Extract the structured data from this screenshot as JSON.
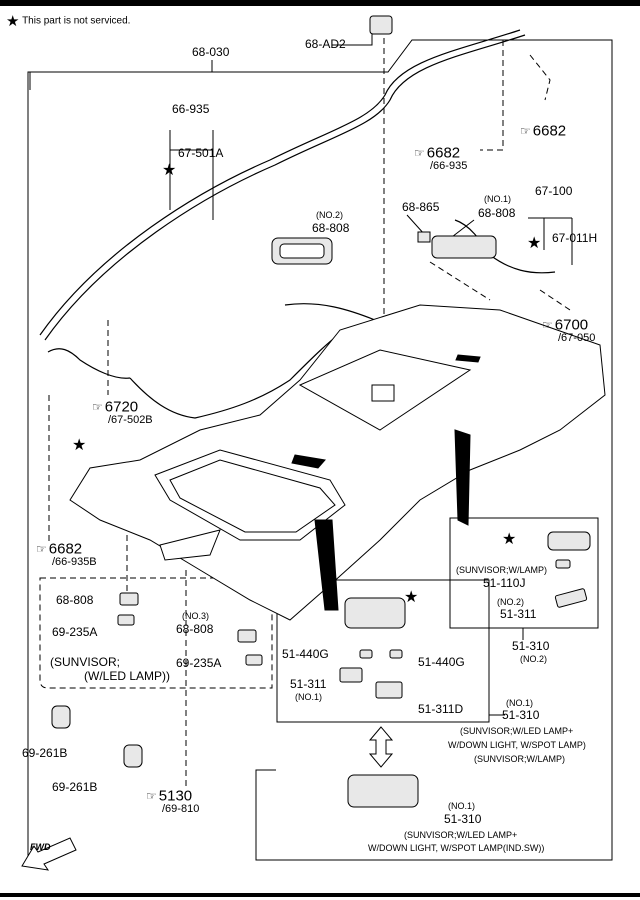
{
  "note": {
    "star": "★",
    "text": "This part is not serviced."
  },
  "parts": {
    "p68030": "68-030",
    "p68AD2": "68-AD2",
    "p66935": "66-935",
    "p67501A": "67-501A",
    "p68865": "68-865",
    "p68808_no1_tag": "(NO.1)",
    "p68808_no1": "68-808",
    "p68808_no2_tag": "(NO.2)",
    "p68808_no2": "68-808",
    "p67100": "67-100",
    "p67011H": "67-011H",
    "p68808_no3_tag": "(NO.3)",
    "p68808_no3": "68-808",
    "p68808_left": "68-808",
    "p69235A_left": "69-235A",
    "p69235A_right": "69-235A",
    "sunvisor_led_1": "(SUNVISOR;",
    "sunvisor_led_2": "(W/LED LAMP))",
    "p69261B_a": "69-261B",
    "p69261B_b": "69-261B",
    "p51440G_left": "51-440G",
    "p51440G_right": "51-440G",
    "p51311_no1": "51-311",
    "p51311_no1_tag": "(NO.1)",
    "p51311D": "51-311D",
    "sunvisor_wlamp": "(SUNVISOR;W/LAMP)",
    "p51110J": "51-110J",
    "p51311_no2_tag": "(NO.2)",
    "p51311_no2": "51-311",
    "p51310_no2": "51-310",
    "p51310_no2_tag": "(NO.2)",
    "p51310_no1_a_tag": "(NO.1)",
    "p51310_no1_a": "51-310",
    "desc_a1": "(SUNVISOR;W/LED LAMP+",
    "desc_a2": "W/DOWN LIGHT, W/SPOT LAMP)",
    "desc_a3": "(SUNVISOR;W/LAMP)",
    "p51310_no1_b_tag": "(NO.1)",
    "p51310_no1_b": "51-310",
    "desc_b1": "(SUNVISOR;W/LED LAMP+",
    "desc_b2": "W/DOWN LIGHT, W/SPOT LAMP(IND.SW))"
  },
  "refs": {
    "r6682_top": {
      "num": "6682"
    },
    "r6682_mid": {
      "num": "6682",
      "sub": "/66-935"
    },
    "r6700": {
      "num": "6700",
      "sub": "/67-050"
    },
    "r6720": {
      "num": "6720",
      "sub": "/67-502B"
    },
    "r6682_left": {
      "num": "6682",
      "sub": "/66-935B"
    },
    "r5130": {
      "num": "5130",
      "sub": "/69-810"
    }
  },
  "fwd": "FWD",
  "icons": {
    "pointer": "pointing-hand-icon",
    "star": "star-icon",
    "arrow": "double-arrow-icon"
  }
}
